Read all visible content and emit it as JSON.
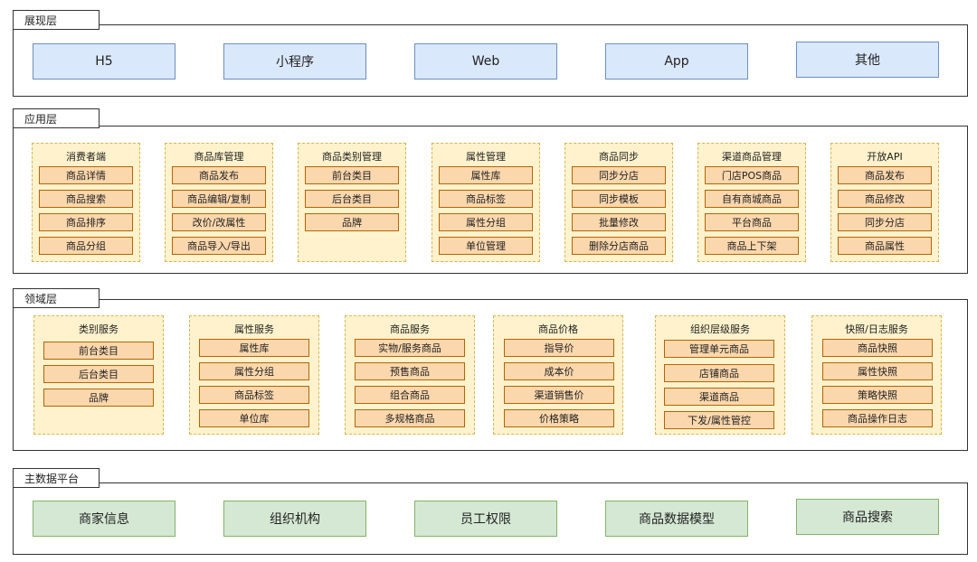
{
  "presentation": {
    "title": "展现层",
    "items": [
      "H5",
      "小程序",
      "Web",
      "App",
      "其他"
    ]
  },
  "application": {
    "title": "应用层",
    "groups": [
      {
        "title": "消费者端",
        "items": [
          "商品详情",
          "商品搜索",
          "商品排序",
          "商品分组"
        ]
      },
      {
        "title": "商品库管理",
        "items": [
          "商品发布",
          "商品编辑/复制",
          "改价/改属性",
          "商品导入/导出"
        ]
      },
      {
        "title": "商品类别管理",
        "items": [
          "前台类目",
          "后台类目",
          "品牌"
        ]
      },
      {
        "title": "属性管理",
        "items": [
          "属性库",
          "商品标签",
          "属性分组",
          "单位管理"
        ]
      },
      {
        "title": "商品同步",
        "items": [
          "同步分店",
          "同步模板",
          "批量修改",
          "删除分店商品"
        ]
      },
      {
        "title": "渠道商品管理",
        "items": [
          "门店POS商品",
          "自有商城商品",
          "平台商品",
          "商品上下架"
        ]
      },
      {
        "title": "开放API",
        "items": [
          "商品发布",
          "商品修改",
          "同步分店",
          "商品属性"
        ]
      }
    ]
  },
  "domain": {
    "title": "领域层",
    "groups": [
      {
        "title": "类别服务",
        "items": [
          "前台类目",
          "后台类目",
          "品牌"
        ]
      },
      {
        "title": "属性服务",
        "items": [
          "属性库",
          "属性分组",
          "商品标签",
          "单位库"
        ]
      },
      {
        "title": "商品服务",
        "items": [
          "实物/服务商品",
          "预售商品",
          "组合商品",
          "多规格商品"
        ]
      },
      {
        "title": "商品价格",
        "items": [
          "指导价",
          "成本价",
          "渠道销售价",
          "价格策略"
        ]
      },
      {
        "title": "组织层级服务",
        "items": [
          "管理单元商品",
          "店铺商品",
          "渠道商品",
          "下发/属性管控"
        ]
      },
      {
        "title": "快照/日志服务",
        "items": [
          "商品快照",
          "属性快照",
          "策略快照",
          "商品操作日志"
        ]
      }
    ]
  },
  "master_data": {
    "title": "主数据平台",
    "items": [
      "商家信息",
      "组织机构",
      "员工权限",
      "商品数据模型",
      "商品搜索"
    ]
  }
}
